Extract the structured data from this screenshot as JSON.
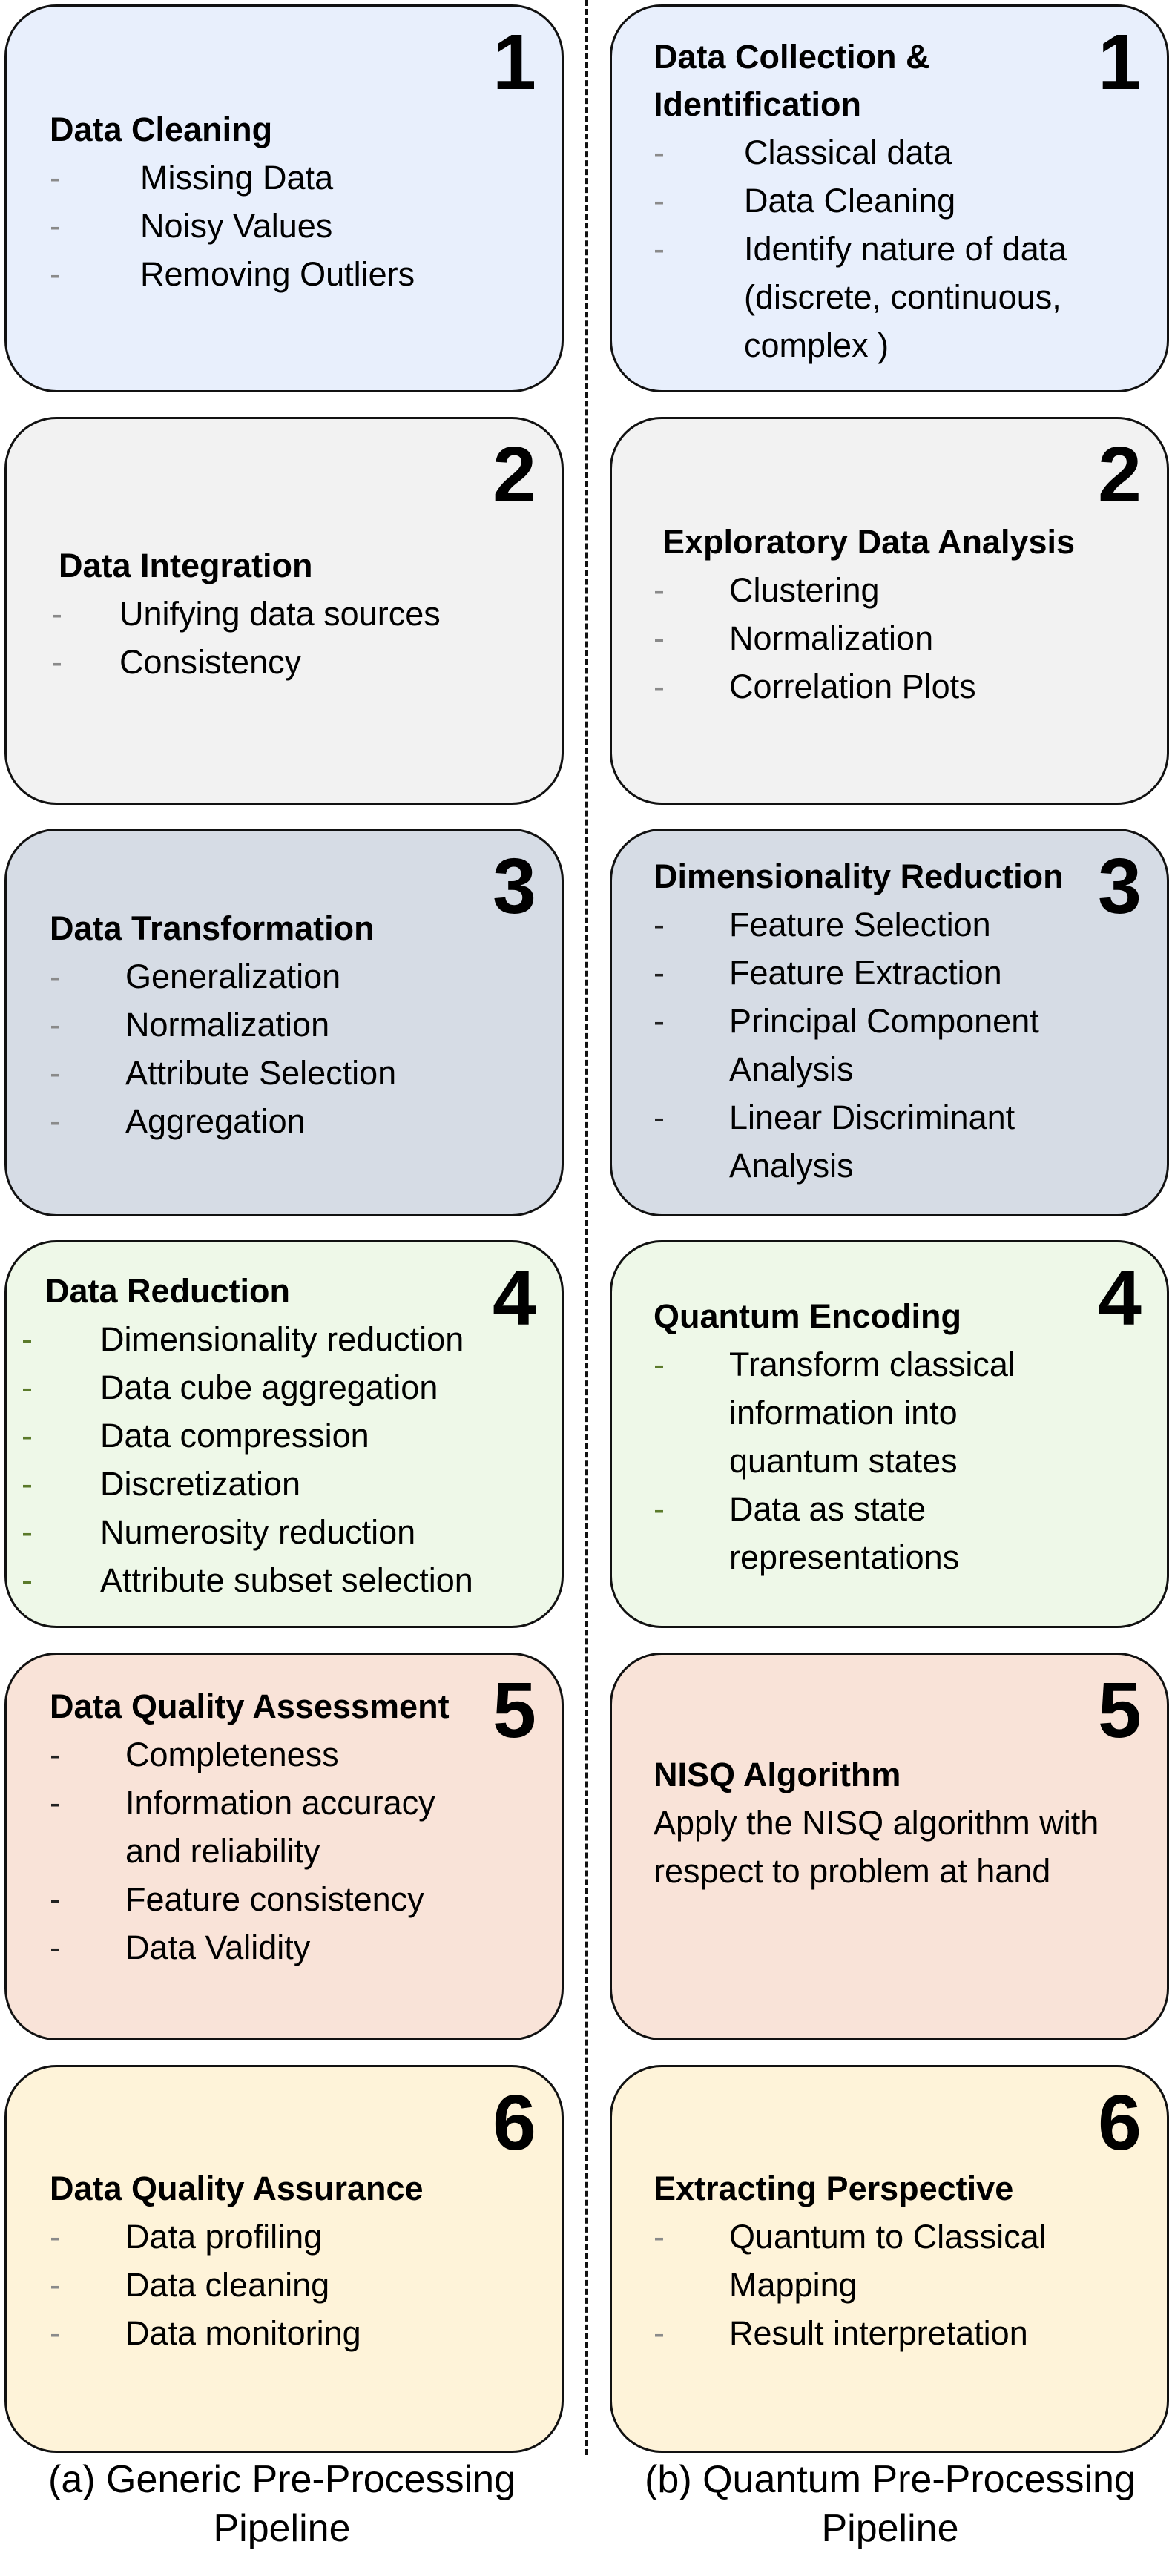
{
  "left_column": {
    "caption": "(a) Generic Pre-Processing Pipeline",
    "cards": [
      {
        "number": "1",
        "title": "Data Cleaning",
        "items": [
          "Missing Data",
          "Noisy Values",
          "Removing Outliers"
        ]
      },
      {
        "number": "2",
        "title": "Data Integration",
        "items": [
          "Unifying data sources",
          "Consistency"
        ]
      },
      {
        "number": "3",
        "title": "Data Transformation",
        "items": [
          "Generalization",
          "Normalization",
          "Attribute Selection",
          "Aggregation"
        ]
      },
      {
        "number": "4",
        "title": "Data Reduction",
        "items": [
          "Dimensionality reduction",
          "Data cube aggregation",
          "Data compression",
          "Discretization",
          "Numerosity reduction",
          "Attribute subset selection"
        ]
      },
      {
        "number": "5",
        "title": "Data Quality Assessment",
        "items": [
          "Completeness",
          "Information accuracy and reliability",
          "Feature consistency",
          "Data Validity"
        ]
      },
      {
        "number": "6",
        "title": "Data Quality Assurance",
        "items": [
          "Data profiling",
          "Data cleaning",
          "Data monitoring"
        ]
      }
    ]
  },
  "right_column": {
    "caption": "(b) Quantum Pre-Processing Pipeline",
    "cards": [
      {
        "number": "1",
        "title": "Data Collection & Identification",
        "items": [
          "Classical data",
          "Data Cleaning",
          "Identify nature of data (discrete, continuous, complex )"
        ]
      },
      {
        "number": "2",
        "title": "Exploratory Data Analysis",
        "items": [
          "Clustering",
          "Normalization",
          "Correlation Plots"
        ]
      },
      {
        "number": "3",
        "title": "Dimensionality Reduction",
        "items": [
          "Feature Selection",
          "Feature Extraction",
          "Principal Component Analysis",
          "Linear Discriminant Analysis"
        ]
      },
      {
        "number": "4",
        "title": "Quantum Encoding",
        "items": [
          "Transform classical information into quantum states",
          "Data as state representations"
        ]
      },
      {
        "number": "5",
        "title": "NISQ Algorithm",
        "text": "Apply the NISQ algorithm with respect to problem at hand"
      },
      {
        "number": "6",
        "title": "Extracting Perspective",
        "items": [
          "Quantum to Classical Mapping",
          "Result interpretation"
        ]
      }
    ]
  },
  "bullet_marker": "-",
  "colors": {
    "stage_1": "#e8effc",
    "stage_2": "#f2f2f2",
    "stage_3": "#d6dce5",
    "stage_4": "#eef8e8",
    "stage_5": "#f9e3d8",
    "stage_6": "#fef3d9",
    "border": "#111111"
  }
}
